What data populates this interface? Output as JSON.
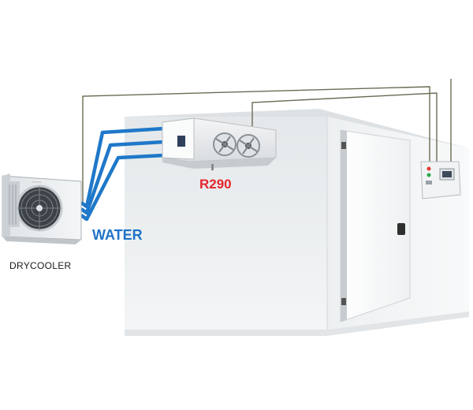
{
  "labels": {
    "refrigerant": "R290",
    "coolant": "WATER",
    "unit_outdoor": "DRYCOOLER"
  },
  "colors": {
    "refrigerant_text": "#e3262b",
    "water_text": "#1f73c8",
    "water_pipe": "#1f78c9",
    "wiring": "#6b6b55",
    "label_text": "#1a1a1a"
  },
  "icons": [
    "drycooler-unit",
    "evaporator-unit",
    "cold-room",
    "cold-room-door",
    "control-panel"
  ]
}
